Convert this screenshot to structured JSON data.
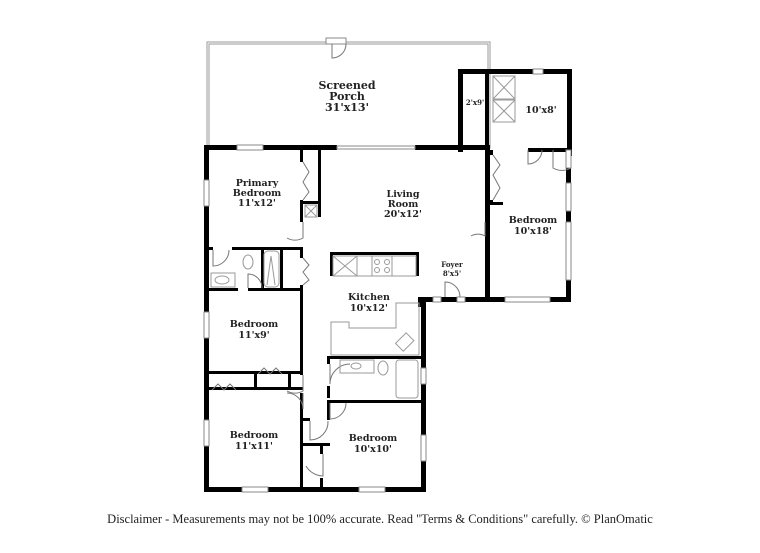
{
  "floorplan": {
    "rooms": {
      "screened_porch": {
        "name_line1": "Screened",
        "name_line2": "Porch",
        "dims": "31'x13'"
      },
      "closet_small": {
        "dims": "2'x9'"
      },
      "utility": {
        "dims": "10'x8'"
      },
      "primary_bedroom": {
        "name_line1": "Primary",
        "name_line2": "Bedroom",
        "dims": "11'x12'"
      },
      "living_room": {
        "name_line1": "Living",
        "name_line2": "Room",
        "dims": "20'x12'"
      },
      "bedroom_east": {
        "name": "Bedroom",
        "dims": "10'x18'"
      },
      "foyer": {
        "name": "Foyer",
        "dims": "8'x5'"
      },
      "kitchen": {
        "name": "Kitchen",
        "dims": "10'x12'"
      },
      "bedroom_west": {
        "name": "Bedroom",
        "dims": "11'x9'"
      },
      "bedroom_sw": {
        "name": "Bedroom",
        "dims": "11'x11'"
      },
      "bedroom_south": {
        "name": "Bedroom",
        "dims": "10'x10'"
      }
    },
    "colors": {
      "wall": "#000000",
      "fixture": "#9a9a9a",
      "background": "#ffffff"
    }
  },
  "footer": {
    "disclaimer": "Disclaimer - Measurements may not be 100% accurate. Read \"Terms & Conditions\" carefully. © PlanOmatic"
  }
}
